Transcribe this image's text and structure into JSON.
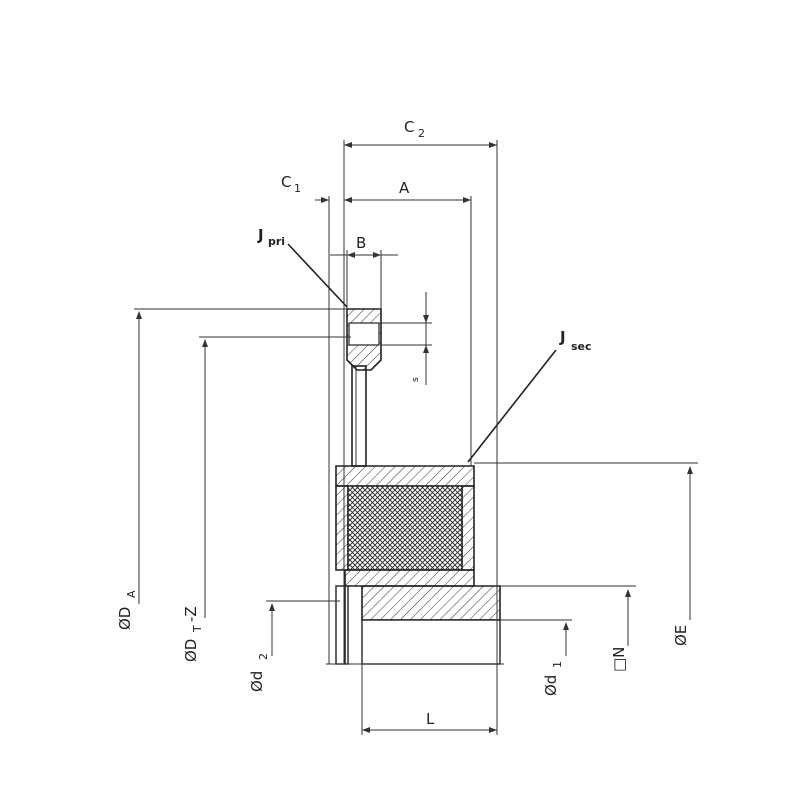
{
  "labels": {
    "c2": "C",
    "c2_sub": "2",
    "c1": "C",
    "c1_sub": "1",
    "a": "A",
    "b": "B",
    "j_pri": "J",
    "j_pri_sub": "pri",
    "j_sec": "J",
    "j_sec_sub": "sec",
    "s": "s",
    "l": "L",
    "da": "ØD",
    "da_sub": "A",
    "dt": "ØD",
    "dt_sub": "T",
    "dt_suffix": "-Z",
    "d2": "Ød",
    "d2_sub": "2",
    "d1": "Ød",
    "d1_sub": "1",
    "n": "□N",
    "e": "ØE"
  }
}
